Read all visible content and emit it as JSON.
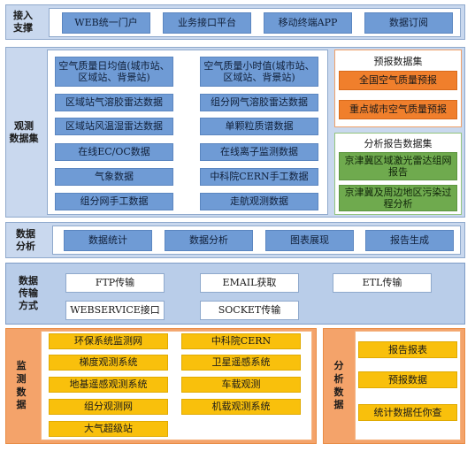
{
  "access": {
    "label": "接入\n支撑",
    "items": [
      "WEB统一门户",
      "业务接口平台",
      "移动终端APP",
      "数据订阅"
    ]
  },
  "observation": {
    "label": "观测\n数据集",
    "left": [
      "空气质量日均值(城市站、区域站、背景站)",
      "区域站气溶胶雷达数据",
      "区域站风温湿雷达数据",
      "在线EC/OC数据",
      "气象数据",
      "组分网手工数据"
    ],
    "right": [
      "空气质量小时值(城市站、区域站、背景站)",
      "组分网气溶胶雷达数据",
      "单颗粒质谱数据",
      "在线离子监测数据",
      "中科院CERN手工数据",
      "走航观测数据"
    ]
  },
  "forecast": {
    "title": "预报数据集",
    "items": [
      "全国空气质量预报",
      "重点城市空气质量预报"
    ]
  },
  "report": {
    "title": "分析报告数据集",
    "items": [
      "京津冀区域激光雷达组网报告",
      "京津冀及周边地区污染过程分析"
    ]
  },
  "analysis": {
    "label": "数据\n分析",
    "items": [
      "数据统计",
      "数据分析",
      "图表展现",
      "报告生成"
    ]
  },
  "transfer": {
    "label": "数据\n传输\n方式",
    "row1": [
      "FTP传输",
      "EMAIL获取",
      "ETL传输"
    ],
    "row2": [
      "WEBSERVICE接口",
      "SOCKET传输"
    ]
  },
  "monitor": {
    "label": "监\n测\n数\n据",
    "left": [
      "环保系统监测网",
      "梯度观测系统",
      "地基遥感观测系统",
      "组分观测网",
      "大气超级站"
    ],
    "right": [
      "中科院CERN",
      "卫星遥感系统",
      "车载观测",
      "机载观测系统"
    ]
  },
  "analysisData": {
    "label": "分\n析\n数\n据",
    "items": [
      "报告报表",
      "预报数据",
      "统计数据任你查"
    ]
  },
  "colors": {
    "blue_box": "#6f9bd5",
    "orange_box": "#f07f2c",
    "green_box": "#6faa4e",
    "yellow_box": "#f9c00c",
    "band_blue": "#c9d8ee",
    "band_orange": "#f4a36a"
  }
}
